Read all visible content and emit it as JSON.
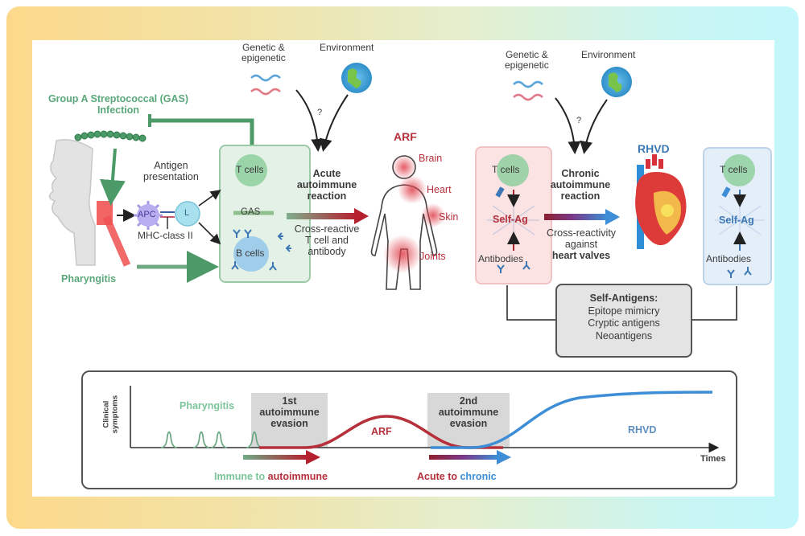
{
  "top_left": {
    "genetic_label_1": "Genetic &",
    "genetic_label_2": "epigenetic",
    "environment_label": "Environment",
    "question_mark": "?"
  },
  "top_right": {
    "genetic_label_1": "Genetic &",
    "genetic_label_2": "epigenetic",
    "environment_label": "Environment",
    "question_mark": "?"
  },
  "infection": {
    "title_1": "Group A Streptococcal (GAS)",
    "title_2": "Infection",
    "pharyngitis": "Pharyngitis"
  },
  "antigen": {
    "label_1": "Antigen",
    "label_2": "presentation",
    "apc": "APC",
    "lymphocyte": "L",
    "mhc": "MHC-class II"
  },
  "immune_box": {
    "t_cells": "T cells",
    "gas": "GAS",
    "b_cells": "B cells"
  },
  "acute": {
    "line_1": "Acute",
    "line_2": "autoimmune",
    "line_3": "reaction",
    "sub_1": "Cross-reactive",
    "sub_2": "T cell and",
    "sub_3": "antibody"
  },
  "arf": {
    "title": "ARF",
    "sites": [
      "Brain",
      "Heart",
      "Skin",
      "Joints"
    ]
  },
  "left_self_box": {
    "t_cells": "T cells",
    "self_ag": "Self-Ag",
    "antibodies": "Antibodies"
  },
  "chronic": {
    "line_1": "Chronic",
    "line_2": "autoimmune",
    "line_3": "reaction",
    "sub_1": "Cross-reactivity",
    "sub_2": "against",
    "sub_3": "heart valves"
  },
  "rhvd": {
    "title": "RHVD"
  },
  "right_self_box": {
    "t_cells": "T cells",
    "self_ag": "Self-Ag",
    "antibodies": "Antibodies"
  },
  "self_antigens": {
    "title": "Self-Antigens:",
    "items": [
      "Epitope mimicry",
      "Cryptic antigens",
      "Neoantigens"
    ]
  },
  "timeline": {
    "y_label_1": "Clinical",
    "y_label_2": "symptoms",
    "x_label": "Times",
    "pharyngitis": "Pharyngitis",
    "evasion_1": [
      "1st",
      "autoimmune",
      "evasion"
    ],
    "evasion_2": [
      "2nd",
      "autoimmune",
      "evasion"
    ],
    "arf": "ARF",
    "rhvd": "RHVD",
    "transition_1_a": "Immune to ",
    "transition_1_b": "autoimmune",
    "transition_2_a": "Acute to ",
    "transition_2_b": "chronic"
  },
  "colors": {
    "green": "#5aa77a",
    "red": "#b5303a",
    "blue": "#3d78b4",
    "frame_left": "#fcd98a",
    "frame_right": "#c3f7fb"
  }
}
